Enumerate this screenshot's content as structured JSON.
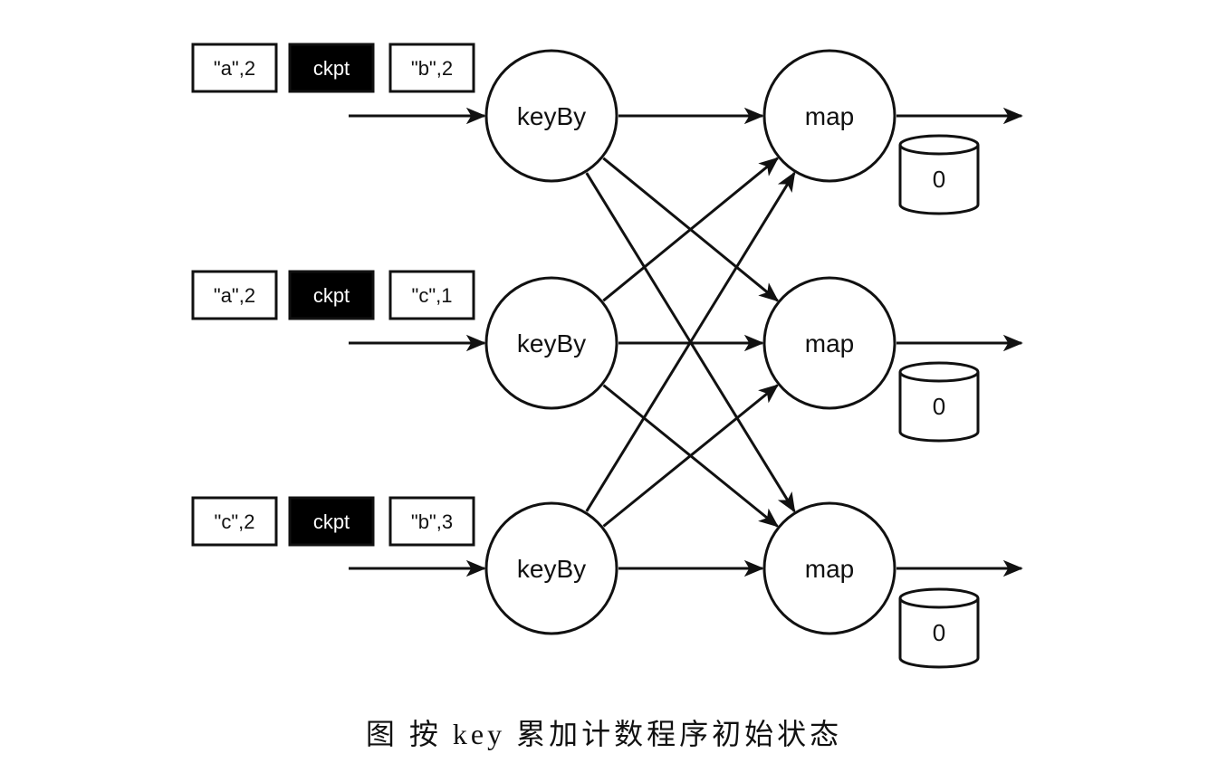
{
  "streams": [
    {
      "records": [
        "\"a\",2",
        "ckpt",
        "\"b\",2"
      ]
    },
    {
      "records": [
        "\"a\",2",
        "ckpt",
        "\"c\",1"
      ]
    },
    {
      "records": [
        "\"c\",2",
        "ckpt",
        "\"b\",3"
      ]
    }
  ],
  "checkpoint_label": "ckpt",
  "keyby_nodes": [
    "keyBy",
    "keyBy",
    "keyBy"
  ],
  "map_nodes": [
    "map",
    "map",
    "map"
  ],
  "states": [
    "0",
    "0",
    "0"
  ],
  "caption": "图 按 key 累加计数程序初始状态",
  "colors": {
    "stroke": "#111111",
    "checkpoint_fill": "#000000",
    "record_fill": "#ffffff"
  }
}
